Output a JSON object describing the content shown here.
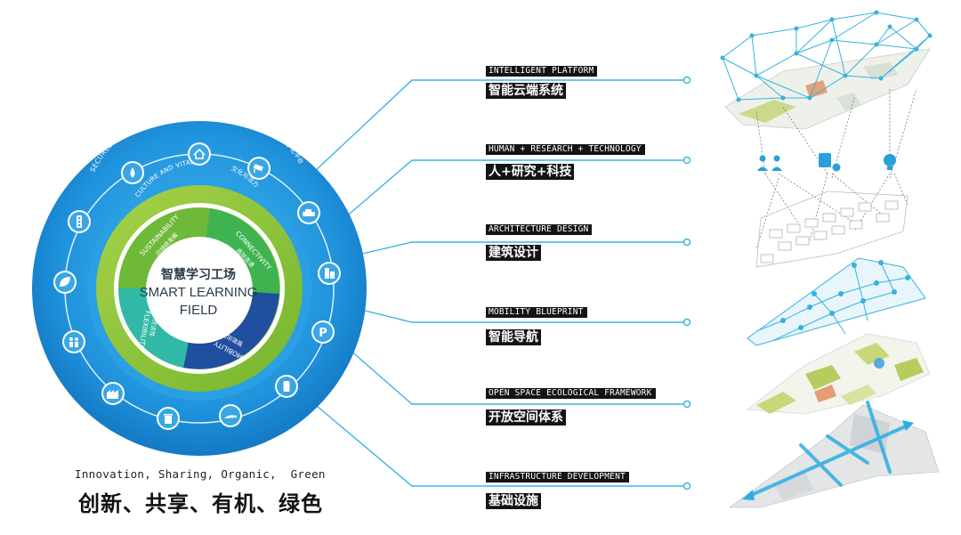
{
  "colors": {
    "outer_ring": "#1d8ed9",
    "outer_ring_light": "#35a8ea",
    "green_ring": "#8dc63f",
    "green_light": "#b6d95a",
    "teal": "#2fb9a6",
    "dark_blue": "#1f4f9e",
    "connector": "#3ab6e0",
    "label_bg": "#141414"
  },
  "ring": {
    "outer_text_en": "SECURED AND RELIABLE DIGITAL PLATFORM",
    "outer_text_cn": "安全可靠的数字化平台",
    "middle_text_en": "CULTURE AND VITALITY",
    "middle_text_cn": "文化与活力",
    "segments": [
      {
        "en": "SUSTAINABILITY",
        "cn": "可持续发展"
      },
      {
        "en": "CONNECTIVITY",
        "cn": "高效连通"
      },
      {
        "en": "MOBILITY",
        "cn": "智能出行"
      },
      {
        "en": "FLEXIBILITY",
        "cn": "灵活性"
      }
    ],
    "center_cn": "智慧学习工场",
    "center_en_line1": "SMART LEARNING",
    "center_en_line2": "FIELD",
    "icons": [
      "home-icon",
      "cctv-camera-icon",
      "car-icon",
      "building-icon",
      "parking-icon",
      "trash-icon",
      "factory-icon",
      "people-icon",
      "leaf-icon",
      "traffic-light-icon",
      "water-drop-icon"
    ]
  },
  "layers": [
    {
      "label": "INTELLIGENT PLATFORM",
      "title": "智能云端系统"
    },
    {
      "label": "HUMAN + RESEARCH + TECHNOLOGY",
      "title": "人+研究+科技"
    },
    {
      "label": "ARCHITECTURE DESIGN",
      "title": "建筑设计"
    },
    {
      "label": "MOBILITY BLUEPRINT",
      "title": "智能导航"
    },
    {
      "label": "OPEN SPACE ECOLOGICAL FRAMEWORK",
      "title": "开放空间体系"
    },
    {
      "label": "INFRASTRUCTURE DEVELOPMENT",
      "title": "基础设施"
    }
  ],
  "slogan": {
    "en": "Innovation, Sharing, Organic,  Green",
    "cn": "创新、共享、有机、绿色"
  }
}
